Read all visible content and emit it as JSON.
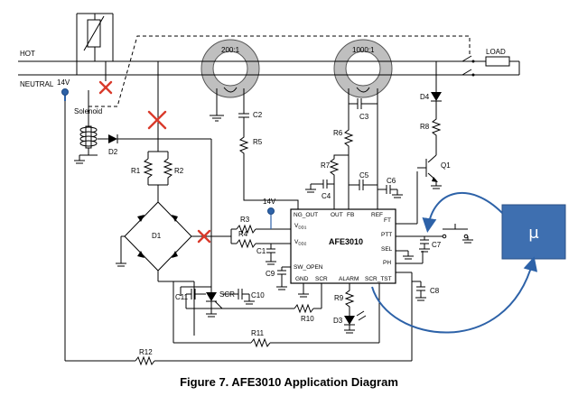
{
  "lines": {
    "hot": "HOT",
    "neutral": "NEUTRAL",
    "load": "LOAD"
  },
  "cts": {
    "ct1": "200:1",
    "ct2": "1000:1"
  },
  "supply": {
    "v1": "14V",
    "v2": "14V"
  },
  "solenoid": "Solenoid",
  "ic": {
    "name": "AFE3010",
    "pins": {
      "ng_out": "NG_OUT",
      "out": "OUT",
      "fb": "FB",
      "ref": "REF",
      "vdd1": "V",
      "vdd1_sub": "DD1",
      "vdd2": "V",
      "vdd2_sub": "DD2",
      "ft": "FT",
      "ptt": "PTT",
      "sel": "SEL",
      "ph": "PH",
      "sw_open": "SW_OPEN",
      "gnd": "GND",
      "scr": "SCR",
      "alarm": "ALARM",
      "scr_tst": "SCR_TST"
    }
  },
  "components": {
    "c1": "C1",
    "c2": "C2",
    "c3": "C3",
    "c4": "C4",
    "c5": "C5",
    "c6": "C6",
    "c7": "C7",
    "c8": "C8",
    "c9": "C9",
    "c10": "C10",
    "c11": "C11",
    "r1": "R1",
    "r2": "R2",
    "r3": "R3",
    "r4": "R4",
    "r5": "R5",
    "r6": "R6",
    "r7": "R7",
    "r8": "R8",
    "r9": "R9",
    "r10": "R10",
    "r11": "R11",
    "r12": "R12",
    "d1": "D1",
    "d2": "D2",
    "d3": "D3",
    "d4": "D4",
    "q1": "Q1",
    "scr": "SCR"
  },
  "mcu": {
    "label": "μ",
    "fill": "#3e6fb0",
    "border": "#2a4f86"
  },
  "accent": {
    "red": "#d93a2b",
    "blue": "#2d62a8"
  },
  "caption": "Figure 7.  AFE3010 Application Diagram"
}
